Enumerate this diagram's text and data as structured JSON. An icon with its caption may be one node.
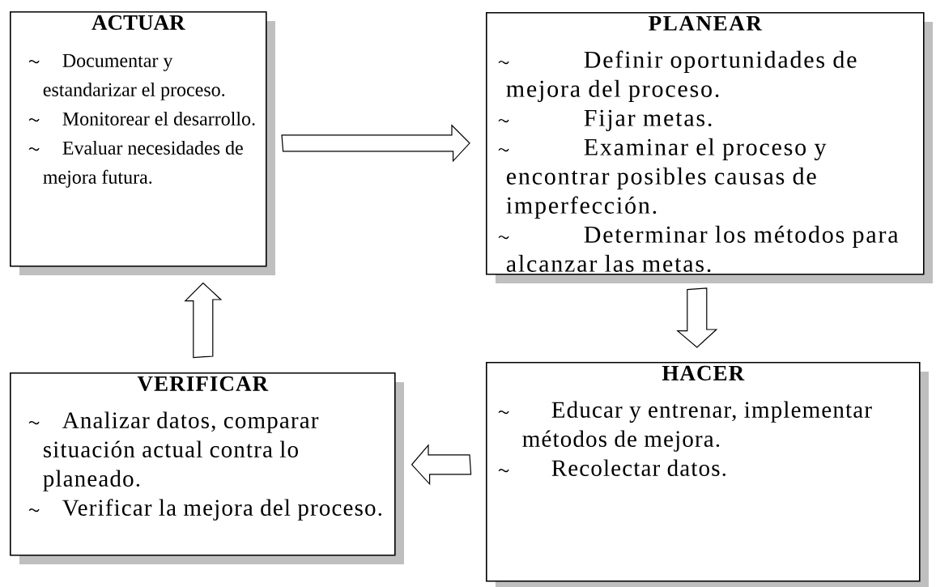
{
  "diagram": {
    "nodes": [
      {
        "text": [
          "ACTUAR",
          "Documentar y estandarizar el proceso.",
          "Monitorear el desarrollo.",
          "Evaluar necesidades de mejora futura."
        ]
      },
      {
        "text": [
          "PLANEAR",
          "Definir oportunidades de mejora del proceso.",
          "Fijar metas.",
          "Examinar el proceso y encontrar posibles causas de imperfección.",
          "Determinar los métodos para alcanzar las metas."
        ]
      },
      {
        "text": [
          "VERIFICAR",
          "Analizar datos, comparar situación actual contra lo planeado.",
          "Verificar la mejora del proceso."
        ]
      },
      {
        "text": [
          "HACER",
          "Educar y entrenar, implementar métodos de mejora.",
          "Recolectar datos."
        ]
      }
    ],
    "edges": [
      {
        "from": 0,
        "to": 1,
        "arrow": "to"
      },
      {
        "from": 1,
        "to": 3,
        "arrow": "to"
      },
      {
        "from": 3,
        "to": 2,
        "arrow": "to"
      },
      {
        "from": 2,
        "to": 0,
        "arrow": "to"
      }
    ]
  }
}
